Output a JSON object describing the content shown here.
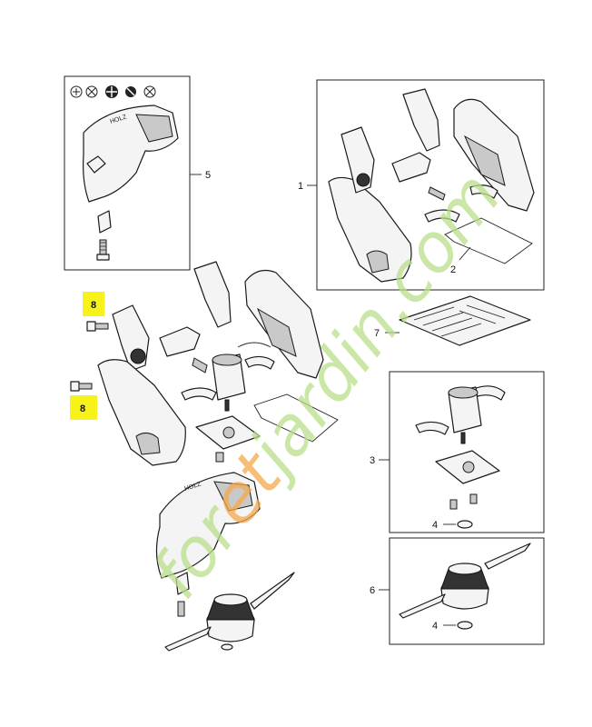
{
  "callouts": {
    "c1": "1",
    "c2": "2",
    "c3": "3",
    "c4a": "4",
    "c4b": "4",
    "c5": "5",
    "c6": "6",
    "c7": "7",
    "c8a": "8",
    "c8b": "8"
  },
  "guard_brand": "HOLZ",
  "watermark": {
    "part1": "for",
    "part2": "et",
    "part3": "jardin.com"
  },
  "colors": {
    "highlight": "#f7f21a",
    "watermark_green": "#b9df8a",
    "watermark_orange": "#f4a94a",
    "outline": "#1a1a1a"
  }
}
